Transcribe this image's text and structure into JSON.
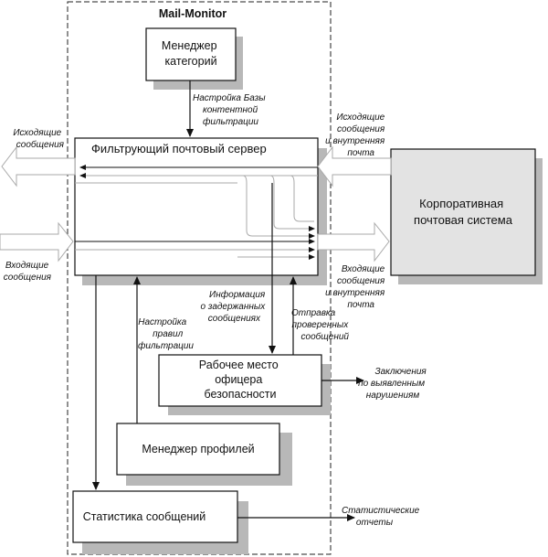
{
  "diagram": {
    "title": "Mail-Monitor",
    "boxes": {
      "category_manager": [
        "Менеджер",
        "категорий"
      ],
      "filter_server": "Фильтрующий почтовый сервер",
      "corporate_mail": [
        "Корпоративная",
        "почтовая система"
      ],
      "security_workstation": [
        "Рабочее место",
        "офицера",
        "безопасности"
      ],
      "profile_manager": "Менеджер профилей",
      "statistics": "Статистика сообщений"
    },
    "flows": {
      "db_setup": [
        "Настройка Базы",
        "контентной",
        "фильтрации"
      ],
      "outgoing_left": [
        "Исходящие",
        "сообщения"
      ],
      "outgoing_internal": [
        "Исходящие",
        "сообщения",
        "и внутренняя",
        "почта"
      ],
      "incoming_left": [
        "Входящие",
        "сообщения"
      ],
      "incoming_internal": [
        "Входящие",
        "сообщения",
        "и внутренняя",
        "почта"
      ],
      "held_info": [
        "Информация",
        "о задержанных",
        "сообщениях"
      ],
      "send_checked": [
        "Отправка",
        "проверенных",
        "сообщений"
      ],
      "filter_rules": [
        "Настройка",
        "правил",
        "фильтрации"
      ],
      "violation_reports": [
        "Заключения",
        "по выявленным",
        "нарушениям"
      ],
      "stat_reports": [
        "Статистические",
        "отчеты"
      ]
    }
  }
}
